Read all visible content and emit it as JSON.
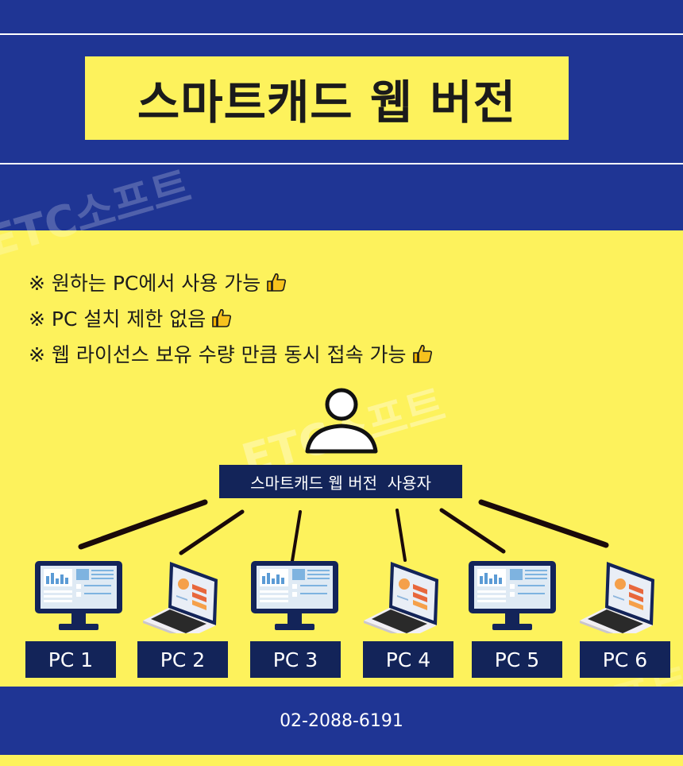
{
  "title": "스마트캐드 웹 버전",
  "features": [
    "※ 원하는 PC에서 사용 가능",
    "※ PC 설치 제한 없음",
    "※ 웹 라이선스 보유 수량 만큼 동시 접속 가능"
  ],
  "feature_icon": "thumbs-up-icon",
  "user": {
    "icon": "user-icon",
    "label": "스마트캐드 웹 버전  사용자"
  },
  "devices": [
    {
      "type": "monitor",
      "label": "PC 1"
    },
    {
      "type": "laptop",
      "label": "PC 2"
    },
    {
      "type": "monitor",
      "label": "PC 3"
    },
    {
      "type": "laptop",
      "label": "PC 4"
    },
    {
      "type": "monitor",
      "label": "PC 5"
    },
    {
      "type": "laptop",
      "label": "PC 6"
    }
  ],
  "footer": {
    "phone": "02-2088-6191"
  },
  "watermark": "ETC소프트",
  "colors": {
    "navy": "#1f3594",
    "yellow": "#fdf25c",
    "label_bg": "#132459"
  }
}
